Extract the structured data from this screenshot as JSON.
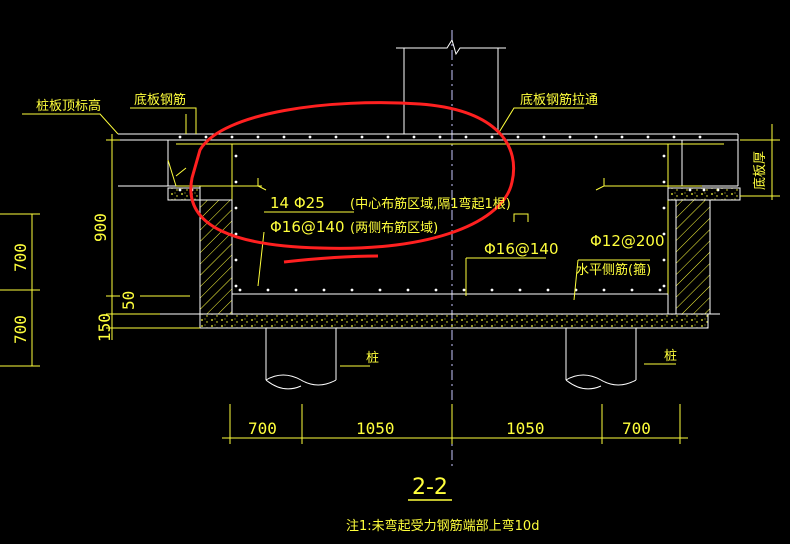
{
  "labels": {
    "pile_top_elevation": "桩板顶标高",
    "bottom_rebar": "底板钢筋",
    "bottom_rebar_through": "底板钢筋拉通",
    "slab_thickness": "底板厚",
    "center_rebar_count": "14 Φ25",
    "center_rebar_note": "(中心布筋区域,隔1弯起1根)",
    "side_rebar_spec": "Φ16@140",
    "side_rebar_note": "(两侧布筋区域)",
    "middle_rebar_spec": "Φ16@140",
    "horizontal_rebar_spec": "Φ12@200",
    "horizontal_rebar_note": "水平侧筋(箍)",
    "pile_left": "桩",
    "pile_right": "桩",
    "section_title": "2-2",
    "footnote": "注1:未弯起受力钢筋端部上弯10d"
  },
  "dimensions": {
    "left_height_900": "900",
    "left_50": "50",
    "left_150": "150",
    "far_left_700_top": "700",
    "far_left_700_bottom": "700",
    "bottom_dims": [
      "700",
      "1050",
      "1050",
      "700"
    ]
  },
  "colors": {
    "cad_yellow": "#ffff3c",
    "line_white": "#ffffff",
    "markup_red": "#ff2020",
    "center_line": "#c8c8ff",
    "background": "#000000"
  }
}
